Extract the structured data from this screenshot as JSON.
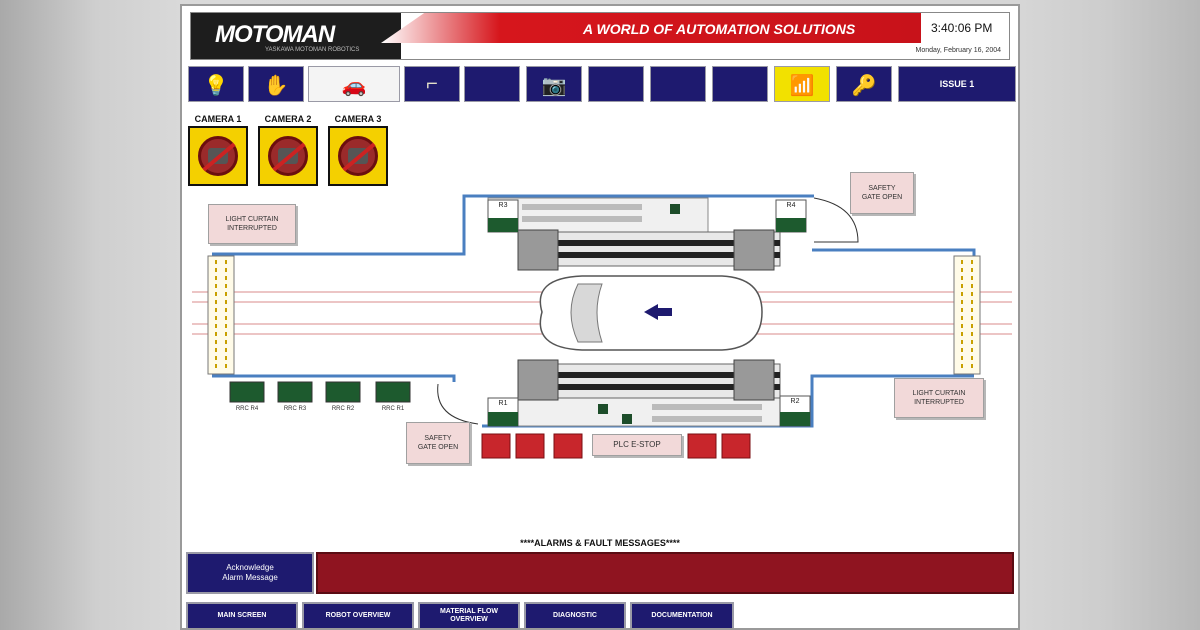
{
  "header": {
    "logo": "MOTOMAN",
    "logo_sub": "YASKAWA MOTOMAN ROBOTICS",
    "tagline": "A WORLD OF AUTOMATION SOLUTIONS",
    "time": "3:40:06 PM",
    "date": "Monday, February 16, 2004"
  },
  "toolbar": {
    "buttons": [
      {
        "icon": "bulb-icon",
        "glyph": "💡"
      },
      {
        "icon": "hand-icon",
        "glyph": "✋"
      },
      {
        "icon": "car-icon",
        "glyph": "🚗"
      },
      {
        "icon": "robot-arm-icon",
        "glyph": "⌐"
      },
      {
        "icon": "blank-icon",
        "glyph": ""
      },
      {
        "icon": "camera-icon",
        "glyph": "📷"
      },
      {
        "icon": "blank-icon",
        "glyph": ""
      },
      {
        "icon": "blank-icon",
        "glyph": ""
      },
      {
        "icon": "blank-icon",
        "glyph": ""
      },
      {
        "icon": "signal-icon",
        "glyph": "📶"
      },
      {
        "icon": "key-icon",
        "glyph": "🔑"
      }
    ],
    "issue_label": "ISSUE 1"
  },
  "cameras": [
    {
      "label": "CAMERA 1"
    },
    {
      "label": "CAMERA 2"
    },
    {
      "label": "CAMERA 3"
    }
  ],
  "notices": {
    "light_curtain_left": "LIGHT CURTAIN\nINTERRUPTED",
    "light_curtain_right": "LIGHT CURTAIN\nINTERRUPTED",
    "safety_gate_top": "SAFETY\nGATE OPEN",
    "safety_gate_bottom": "SAFETY\nGATE OPEN",
    "plc_estop": "PLC E-STOP"
  },
  "cell": {
    "stations": [
      "R3",
      "R4",
      "R1",
      "R2"
    ],
    "rrc_labels": [
      "RRC R4",
      "RRC R3",
      "RRC R2",
      "RRC R1"
    ]
  },
  "alarms": {
    "title": "****ALARMS & FAULT MESSAGES****",
    "ack_label": "Acknowledge\nAlarm Message"
  },
  "nav": [
    {
      "label": "MAIN SCREEN"
    },
    {
      "label": "ROBOT OVERVIEW"
    },
    {
      "label": "MATERIAL FLOW\nOVERVIEW"
    },
    {
      "label": "DIAGNOSTIC"
    },
    {
      "label": "DOCUMENTATION"
    }
  ],
  "colors": {
    "nav_blue": "#1e1a6f",
    "alarm_red": "#8f1420",
    "camera_yellow": "#f4d000",
    "brand_red": "#d6161c"
  }
}
